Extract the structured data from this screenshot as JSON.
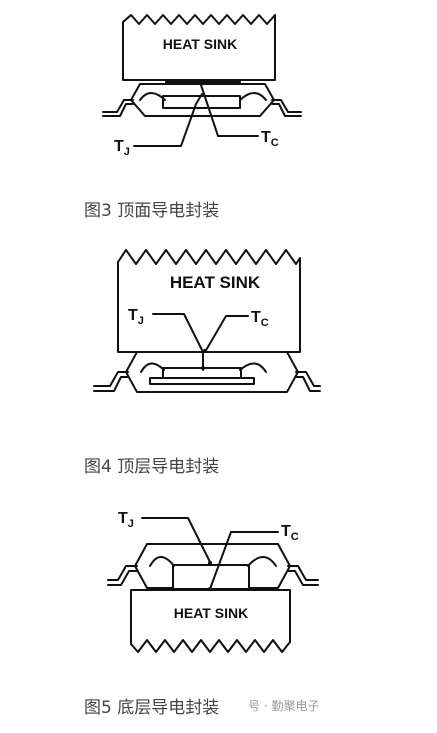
{
  "figures": [
    {
      "id": "fig3",
      "heat_sink_label": "HEAT SINK",
      "tj_label": "T",
      "tj_sub": "J",
      "tc_label": "T",
      "tc_sub": "C",
      "caption": "图3  顶面导电封装"
    },
    {
      "id": "fig4",
      "heat_sink_label": "HEAT SINK",
      "tj_label": "T",
      "tj_sub": "J",
      "tc_label": "T",
      "tc_sub": "C",
      "caption": "图4  顶层导电封装"
    },
    {
      "id": "fig5",
      "heat_sink_label": "HEAT SINK",
      "tj_label": "T",
      "tj_sub": "J",
      "tc_label": "T",
      "tc_sub": "C",
      "caption": "图5  底层导电封装"
    }
  ],
  "watermark": "号 · 勤聚电子",
  "colors": {
    "line": "#111111",
    "caption": "#444444",
    "watermark": "#9a9a9a"
  }
}
